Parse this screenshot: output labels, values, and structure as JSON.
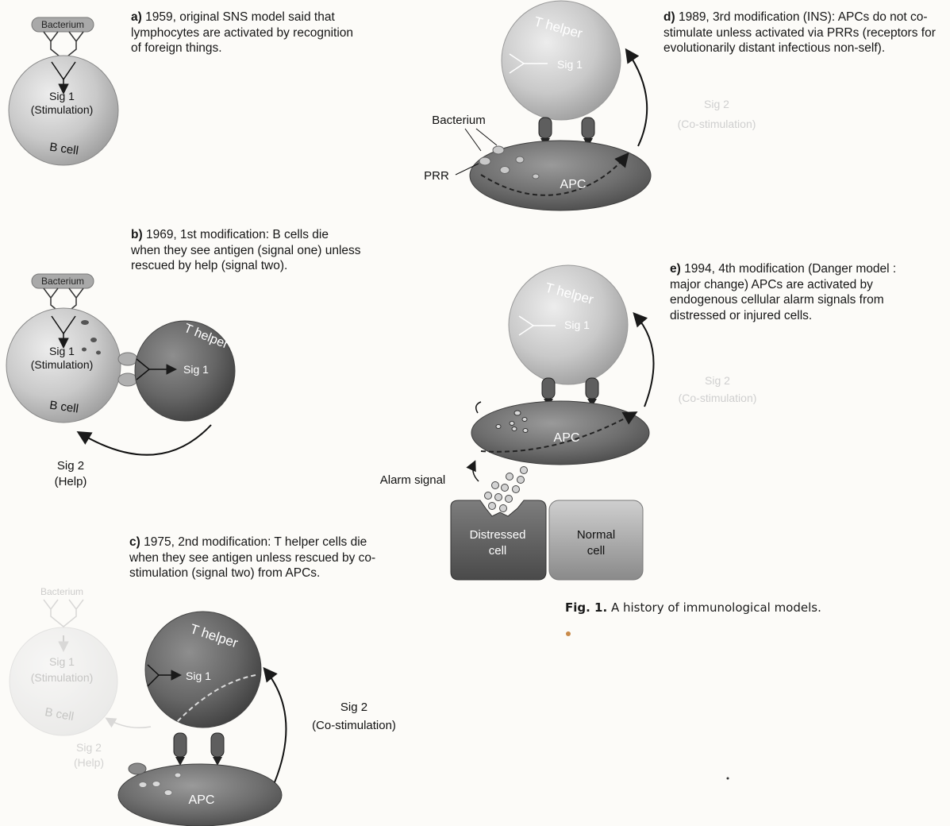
{
  "panels": {
    "a": {
      "letter": "a)",
      "caption": "1959, original SNS model said that lymphocytes are activated by recognition of foreign things.",
      "bacterium": "Bacterium",
      "sig1": "Sig 1",
      "sig1_sub": "(Stimulation)",
      "cell": "B cell"
    },
    "b": {
      "letter": "b)",
      "caption": "1969, 1st modification: B cells die when they see antigen (signal one) unless rescued by help (signal two).",
      "bacterium": "Bacterium",
      "sig1": "Sig 1",
      "sig1_sub": "(Stimulation)",
      "cell": "B cell",
      "thelper": "T helper",
      "thelper_sig1": "Sig 1",
      "sig2": "Sig 2",
      "sig2_sub": "(Help)"
    },
    "c": {
      "letter": "c)",
      "caption": "1975, 2nd modification: T helper cells die when they see antigen unless rescued by co-stimulation (signal two) from APCs.",
      "bacterium": "Bacterium",
      "sig1": "Sig 1",
      "sig1_sub": "(Stimulation)",
      "cell": "B cell",
      "sig2_faded": "Sig 2",
      "sig2_faded_sub": "(Help)",
      "thelper": "T helper",
      "thelper_sig1": "Sig 1",
      "apc": "APC",
      "sig2": "Sig 2",
      "sig2_sub": "(Co-stimulation)"
    },
    "d": {
      "letter": "d)",
      "caption": "1989, 3rd modification (INS): APCs do not co-stimulate unless activated via PRRs (receptors for evolutionarily distant infectious non-self).",
      "thelper": "T helper",
      "thelper_sig1": "Sig 1",
      "bacterium": "Bacterium",
      "prr": "PRR",
      "apc": "APC",
      "sig2": "Sig 2",
      "sig2_sub": "(Co-stimulation)"
    },
    "e": {
      "letter": "e)",
      "caption": "1994, 4th modification (Danger model : major change) APCs are activated by endogenous cellular alarm signals from distressed or injured cells.",
      "thelper": "T helper",
      "thelper_sig1": "Sig 1",
      "sig2": "Sig 2",
      "sig2_sub": "(Co-stimulation)",
      "apc": "APC",
      "alarm": "Alarm signal",
      "distressed_1": "Distressed",
      "distressed_2": "cell",
      "normal_1": "Normal",
      "normal_2": "cell"
    }
  },
  "figure_caption": {
    "label": "Fig. 1.",
    "text": "A history of immunological models."
  },
  "colors": {
    "background": "#fcfbf8",
    "light_cell": "#c8c8c8",
    "dark_cell": "#6a6a6a",
    "faded": "#c9c9c9",
    "accent_dot": "#c98a4a"
  }
}
